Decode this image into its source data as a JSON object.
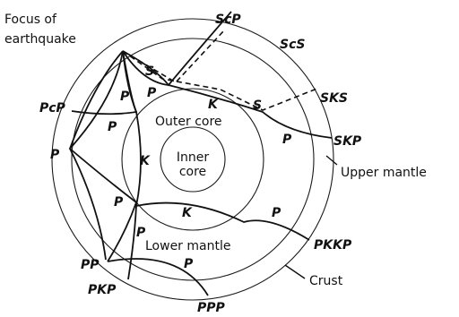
{
  "annotations": {
    "focus_line1": "Focus of",
    "focus_line2": "earthquake",
    "upper_mantle": "Upper mantle",
    "crust": "Crust"
  },
  "regions": {
    "outer_core": "Outer core",
    "inner_core_line1": "Inner",
    "inner_core_line2": "core",
    "lower_mantle": "Lower mantle"
  },
  "phases": {
    "ScP": "ScP",
    "ScS": "ScS",
    "SKS": "SKS",
    "SKP": "SKP",
    "PcP": "PcP",
    "P_left": "P",
    "PKKP": "PKKP",
    "PP": "PP",
    "PKP": "PKP",
    "PPP": "PPP"
  },
  "segments": {
    "S1": "S",
    "P1": "P",
    "P2": "P",
    "K1": "K",
    "S2": "S",
    "P3": "P",
    "P4": "P",
    "K2": "K",
    "P5": "P",
    "K3": "K",
    "P6": "P",
    "P7": "P",
    "P8": "P"
  }
}
